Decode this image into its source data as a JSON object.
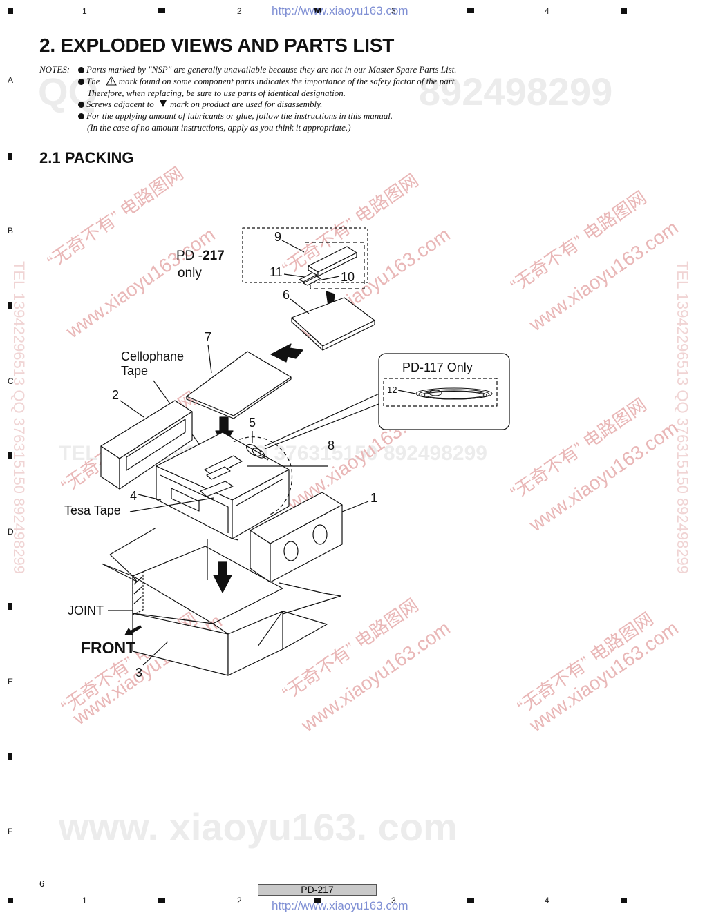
{
  "grid": {
    "columns": [
      "1",
      "2",
      "3",
      "4"
    ],
    "rows": [
      "A",
      "B",
      "C",
      "D",
      "E",
      "F"
    ]
  },
  "watermark": {
    "url": "http://www.xiaoyu163.com",
    "site": "www.xiaoyu163.com",
    "big": "www. xiaoyu163. com",
    "qq_left": "QQ",
    "qq_right": "892498299",
    "tel_row": "TEL 13942296513 QQ 376315150 892498299",
    "chinese": "“无奇不有” 电路图网"
  },
  "header": {
    "title": "2. EXPLODED VIEWS AND PARTS LIST",
    "section": "2.1 PACKING"
  },
  "notes": {
    "label": "NOTES:",
    "items": [
      "Parts marked by \"NSP\" are generally unavailable because they are not in our Master Spare Parts List.",
      "mark found on some component parts indicates the importance of the safety factor of the part.",
      "Therefore, when replacing, be sure to use parts of identical designation.",
      "Screws adjacent to",
      "mark on product are used for disassembly.",
      "For the applying amount of lubricants or glue, follow the instructions in this manual.",
      "(In the case of no amount instructions, apply as you think it appropriate.)"
    ],
    "the_word": "The"
  },
  "diagram": {
    "labels": {
      "pd217_prefix": "PD -",
      "pd217_model": "217",
      "pd217_only": "only",
      "pd117": "PD-117 Only",
      "cellophane": "Cellophane",
      "tape": "Tape",
      "tesa": "Tesa Tape",
      "joint": "JOINT",
      "front": "FRONT"
    },
    "parts": [
      "1",
      "2",
      "3",
      "4",
      "5",
      "6",
      "7",
      "8",
      "9",
      "10",
      "11",
      "12"
    ]
  },
  "footer": {
    "page_number": "6",
    "model": "PD-217"
  }
}
